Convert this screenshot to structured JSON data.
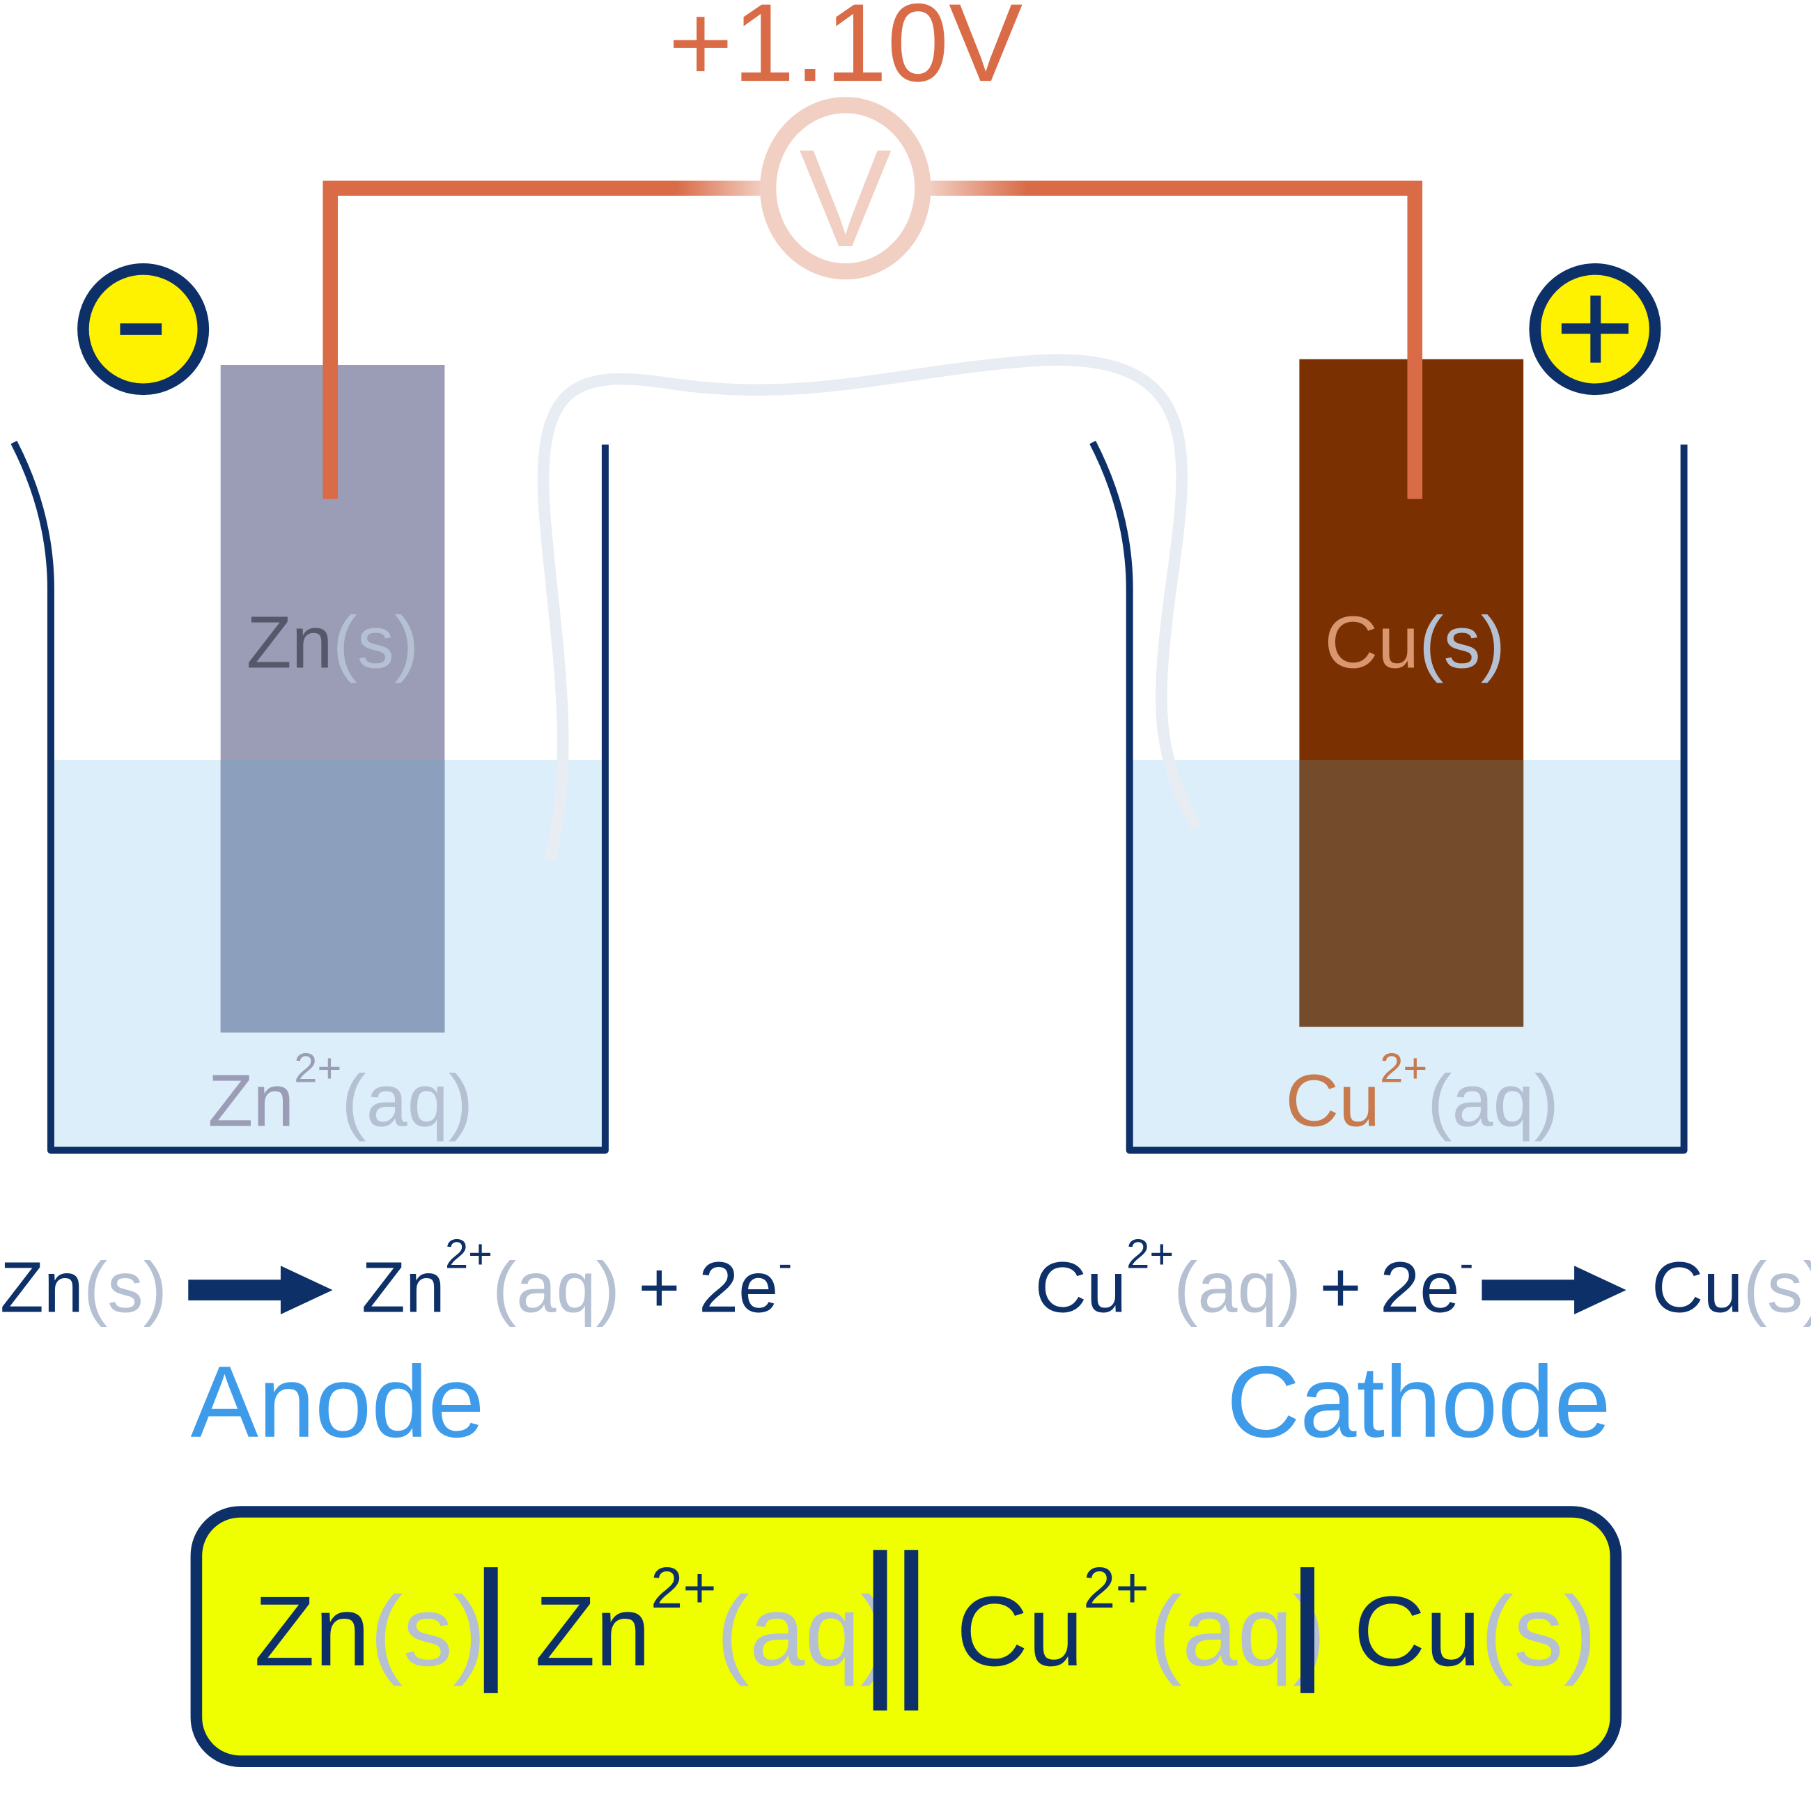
{
  "voltmeter": {
    "reading": "+1.10V",
    "symbol": "V"
  },
  "terminals": {
    "anode_sign": "-",
    "cathode_sign": "+"
  },
  "zinc_electrode": {
    "symbol": "Zn",
    "state": "(s)"
  },
  "copper_electrode": {
    "symbol": "Cu",
    "state": "(s)"
  },
  "zinc_solution": {
    "symbol": "Zn",
    "charge": "2+",
    "state": "(aq)"
  },
  "copper_solution": {
    "symbol": "Cu",
    "charge": "2+",
    "state": "(aq)"
  },
  "anode_reaction": {
    "reactant": "Zn",
    "reactant_state": "(s)",
    "product": "Zn",
    "product_charge": "2+",
    "product_state": "(aq)",
    "plus": "+",
    "electrons": "2e",
    "electron_charge": "-"
  },
  "cathode_reaction": {
    "reactant": "Cu",
    "reactant_charge": "2+",
    "reactant_state": "(aq)",
    "plus": "+",
    "electrons": "2e",
    "electron_charge": "-",
    "product": "Cu",
    "product_state": "(s)"
  },
  "labels": {
    "anode": "Anode",
    "cathode": "Cathode"
  },
  "cell_notation": {
    "anode_metal": "Zn",
    "anode_metal_state": "(s)",
    "anode_ion": "Zn",
    "anode_ion_charge": "2+",
    "anode_ion_state": "(aq)",
    "cathode_ion": "Cu",
    "cathode_ion_charge": "2+",
    "cathode_ion_state": "(aq)",
    "cathode_metal": "Cu",
    "cathode_metal_state": "(s)"
  },
  "colors": {
    "navy": "#0d3068",
    "wire": "#d96b47",
    "solution": "#dbeefa",
    "zinc": "#9b9cb5",
    "copper": "#7a3000",
    "label_blue": "#3d9be9",
    "terminal_yellow": "#fff200",
    "notation_box": "#f0ff00"
  }
}
